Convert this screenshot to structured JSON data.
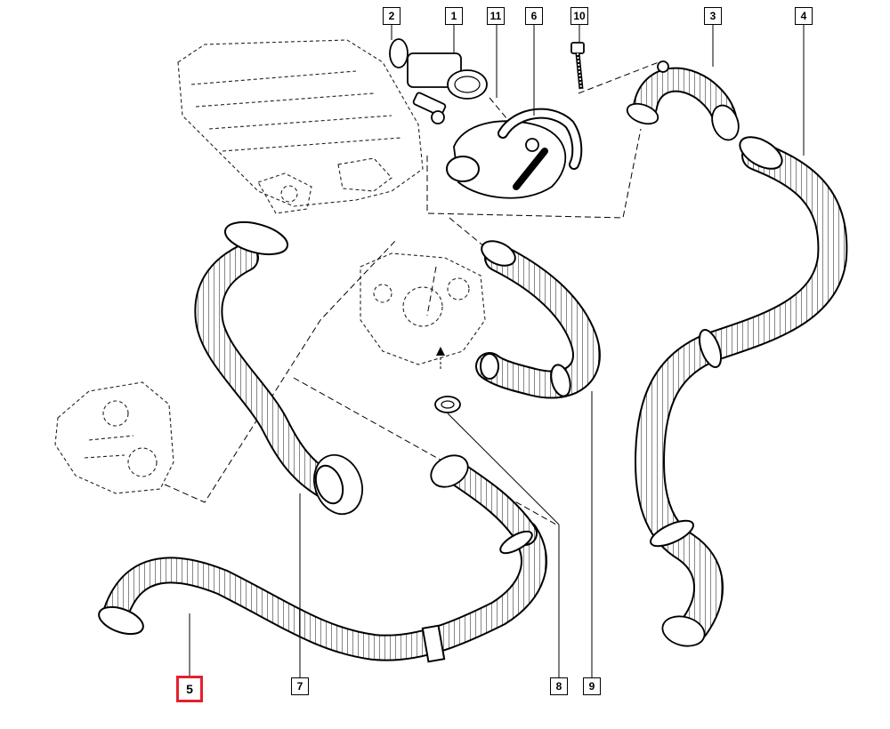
{
  "callouts": {
    "c1": "1",
    "c2": "2",
    "c3": "3",
    "c4": "4",
    "c5": "5",
    "c6": "6",
    "c7": "7",
    "c8": "8",
    "c9": "9",
    "c10": "10",
    "c11": "11"
  },
  "highlight_color": "#e5202e",
  "highlighted_part": "5"
}
